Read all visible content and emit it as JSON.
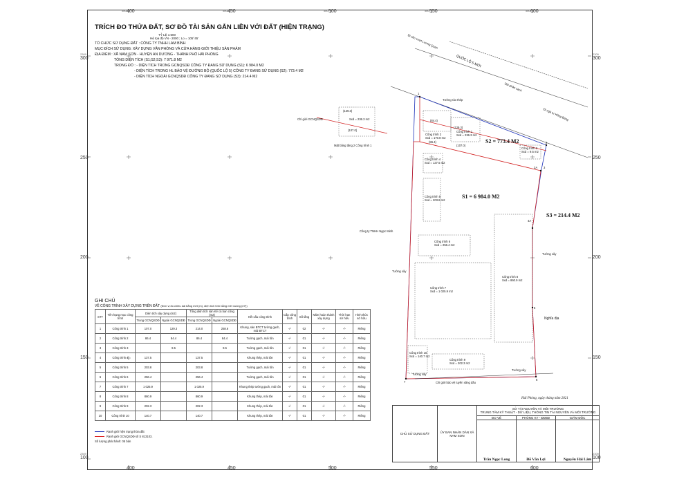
{
  "grid": {
    "top_labels": [
      "400",
      "450",
      "500",
      "550",
      "600"
    ],
    "bottom_labels": [
      "400",
      "450",
      "500",
      "550",
      "600"
    ],
    "top_small": [
      "580",
      "580",
      "580",
      "580",
      "580"
    ],
    "left_labels": [
      "300",
      "250",
      "200",
      "150",
      "100"
    ],
    "right_labels": [
      "300",
      "250",
      "200",
      "150",
      "100"
    ],
    "side_small": "2309"
  },
  "header": {
    "title": "TRÍCH ĐO THỬA ĐẤT, SƠ ĐỒ TÀI SẢN GẮN LIỀN VỚI ĐẤT (HIỆN TRẠNG)",
    "scale": "TỶ LỆ 1:500",
    "coord_system": "Hệ tọa độ VN - 2000 ; Lo = 105°45'",
    "org": "TỔ CHỨC SỬ DỤNG ĐẤT : CÔNG TY TNHH LAM BÌNH",
    "purpose": "MỤC ĐÍCH SỬ DỤNG: XÂY DỰNG VĂN PHÒNG VÀ CỬA HÀNG GIỚI THIỆU SẢN PHẨM",
    "address": "ĐỊA ĐIỂM : XÃ NAM SƠN - HUYỆN AN DƯƠNG - THÀNH PHỐ HẢI PHÒNG",
    "total_area": "TỔNG DIỆN TÍCH (S1;S2;S3): 7 971.8 M2",
    "within": "TRONG ĐÓ : - DIỆN TÍCH TRONG GCNQSDĐ CÔNG TY ĐANG SỬ DỤNG (S1): 6 984.0 M2",
    "within2": "- DIỆN TÍCH TRONG HL BẢO VỆ ĐƯỜNG BỘ (QUỐC LỘ 5) CÔNG TY ĐANG SỬ DỤNG (S2): 773.4 M2",
    "within3": "- DIỆN TÍCH NGOÀI GCNQSDĐ CÔNG TY ĐANG SỬ DỤNG (S3): 214.4 M2"
  },
  "map": {
    "road1": "Đi cầu vượt Lương Quán",
    "road2": "QUỐC LỘ 5 MỚI",
    "road3": "Dải phân cách",
    "road4": "Đi ngã tư Hồng Bàng",
    "fence_steel": "Tường rào thép",
    "s1": "S1 = 6 984.0 M2",
    "s2": "S2 = 773.4 M2",
    "s3": "S3 = 214.4 M2",
    "neighbor": "Công ty TNHH Ngọc Minh",
    "cemetery": "Nghĩa địa",
    "wall": "Tường xây",
    "wall2": "Tường xây",
    "wall3": "Tường xây",
    "wall4": "Tường xây",
    "boundary_gcn": "Chỉ giới GCNQSDĐ",
    "boundary_road": "Chỉ giới bảo vệ tuyến xăng dầu",
    "floor2_caption": "Mặt bằng tầng 2 Công trình 1",
    "floor2_area": "Sxd = 236.3 m2",
    "floor2_dim_top": "(129.3)",
    "floor2_dim_bottom": "(107.0)",
    "buildings": [
      {
        "name": "Công trình 1",
        "area": "Sxd = 236.3 m2"
      },
      {
        "name": "Công trình 2",
        "area": "Sxd = 170.8 m2"
      },
      {
        "name": "Công trình 3",
        "area": "Sxd = 9.5 m2"
      },
      {
        "name": "Công trình 4",
        "area": "Sxd = 137.5 m2"
      },
      {
        "name": "Công trình 5",
        "area": "Sxd = 203.8 m2"
      },
      {
        "name": "Công trình 6",
        "area": "Sxd = 256.4 m2"
      },
      {
        "name": "Công trình 7",
        "area": "Sxd = 1 025.9 m2"
      },
      {
        "name": "Công trình 8",
        "area": "Sxd = 860.9 m2"
      },
      {
        "name": "Công trình 9",
        "area": "Sxd = 202.3 m2"
      },
      {
        "name": "Công trình 10",
        "area": "Sxd = 140.7 m2"
      }
    ],
    "dims": {
      "d1": "(129.3)",
      "d2": "(84.4)",
      "d3": "(86.4)",
      "d4": "(107.0)"
    },
    "points": {
      "p1": "1",
      "p2": "2",
      "p3": "3",
      "p2a": "2A",
      "p4": "4",
      "p4a": "4A",
      "p5": "5",
      "p6": "6",
      "p7": "7"
    }
  },
  "notes": {
    "heading": "GHI CHÚ",
    "subheading": "VỀ CÔNG TRÌNH XÂY DỰNG TRÊN ĐẤT",
    "subnote": "(Đơn vị đo chiều dài bằng mét (m), diện tích tính bằng mét vuông (m²))"
  },
  "table": {
    "headers": {
      "stt": "STT",
      "name": "Tên hạng mục công trình",
      "area": "Diện tích xây dựng (m2)",
      "floor": "Tổng diện tích sàn Kể cả ban công (m2)",
      "structure": "Kết cấu công trình",
      "grade": "Cấp công trình",
      "floors": "Số tầng",
      "year": "Năm hoàn thành xây dựng",
      "term": "Thời hạn sở hữu",
      "form": "Hình thức sở hữu",
      "in": "Trong GCNQSDĐ",
      "out": "Ngoài GCNQSDĐ",
      "in2": "Trong GCNQSDĐ",
      "out2": "Ngoài GCNQSDĐ"
    },
    "rows": [
      {
        "stt": "1",
        "name": "Công trình 1",
        "a_in": "107.0",
        "a_out": "129.3",
        "f_in": "214.0",
        "f_out": "258.6",
        "structure": "Khung, sàn BTCT tường gạch, mái BTCT",
        "grade": "-/-",
        "floors": "02",
        "year": "-/-",
        "term": "-/-",
        "form": "Riêng"
      },
      {
        "stt": "2",
        "name": "Công trình 2",
        "a_in": "86.4",
        "a_out": "84.4",
        "f_in": "86.4",
        "f_out": "84.4",
        "structure": "Tường gạch, mái tôn",
        "grade": "-/-",
        "floors": "01",
        "year": "-/-",
        "term": "-/-",
        "form": "Riêng"
      },
      {
        "stt": "3",
        "name": "Công trình 3",
        "a_in": "",
        "a_out": "9.5",
        "f_in": "",
        "f_out": "9.5",
        "structure": "Tường gạch, mái tôn",
        "grade": "-/-",
        "floors": "01",
        "year": "-/-",
        "term": "-/-",
        "form": "Riêng"
      },
      {
        "stt": "4",
        "name": "Công trình 4",
        "a_in": "137.5",
        "a_out": "",
        "f_in": "137.5",
        "f_out": "",
        "structure": "Khung thép, mái tôn",
        "grade": "-/-",
        "floors": "01",
        "year": "-/-",
        "term": "-/-",
        "form": "Riêng"
      },
      {
        "stt": "5",
        "name": "Công trình 5",
        "a_in": "203.8",
        "a_out": "",
        "f_in": "203.8",
        "f_out": "",
        "structure": "Tường gạch, mái tôn",
        "grade": "-/-",
        "floors": "01",
        "year": "-/-",
        "term": "-/-",
        "form": "Riêng"
      },
      {
        "stt": "6",
        "name": "Công trình 6",
        "a_in": "256.4",
        "a_out": "",
        "f_in": "256.4",
        "f_out": "",
        "structure": "Tường gạch, mái tôn",
        "grade": "-/-",
        "floors": "01",
        "year": "-/-",
        "term": "-/-",
        "form": "Riêng"
      },
      {
        "stt": "7",
        "name": "Công trình 7",
        "a_in": "1 025.9",
        "a_out": "",
        "f_in": "1 025.9",
        "f_out": "",
        "structure": "Khung thép tường gạch, mái tôn",
        "grade": "-/-",
        "floors": "01",
        "year": "-/-",
        "term": "-/-",
        "form": "Riêng"
      },
      {
        "stt": "8",
        "name": "Công trình 8",
        "a_in": "860.9",
        "a_out": "",
        "f_in": "860.9",
        "f_out": "",
        "structure": "Khung thép, mái tôn",
        "grade": "-/-",
        "floors": "01",
        "year": "-/-",
        "term": "-/-",
        "form": "Riêng"
      },
      {
        "stt": "9",
        "name": "Công trình 9",
        "a_in": "202.3",
        "a_out": "",
        "f_in": "202.3",
        "f_out": "",
        "structure": "Khung thép, mái tôn",
        "grade": "-/-",
        "floors": "01",
        "year": "-/-",
        "term": "-/-",
        "form": "Riêng"
      },
      {
        "stt": "10",
        "name": "Công trình 10",
        "a_in": "140.7",
        "a_out": "",
        "f_in": "140.7",
        "f_out": "",
        "structure": "Khung thép, mái tôn",
        "grade": "-/-",
        "floors": "01",
        "year": "-/-",
        "term": "-/-",
        "form": "Riêng"
      }
    ]
  },
  "legend": {
    "blue": "Ranh giới hiện trạng thửa đất",
    "red": "Ranh giới GCNQSDĐ số S 813103.",
    "copies": "Số lượng phát hành: 05 bản"
  },
  "signature": {
    "date": "Hải Phòng, ngày      tháng      năm 2021",
    "owner": "CHỦ SỬ DỤNG ĐẤT",
    "commune": "ỦY BAN NHÂN DÂN XÃ NAM SƠN",
    "dept1": "SỞ TÀI NGUYÊN VÀ MÔI TRƯỜNG",
    "dept2": "TRUNG TÂM KỸ THUẬT - DỮ LIỆU, THÔNG TIN TÀI NGUYÊN VÀ MÔI TRƯỜNG",
    "role1": "ĐO VẼ",
    "role2": "PHÒNG KT - ĐĐBĐ",
    "role3": "GIÁM ĐỐC",
    "name1": "Trần Ngọc Long",
    "name2": "Đỗ Văn Lợi",
    "name3": "Nguyễn Hải Lâm"
  },
  "colors": {
    "blue_line": "#1a2fb8",
    "red_line": "#d22222"
  }
}
